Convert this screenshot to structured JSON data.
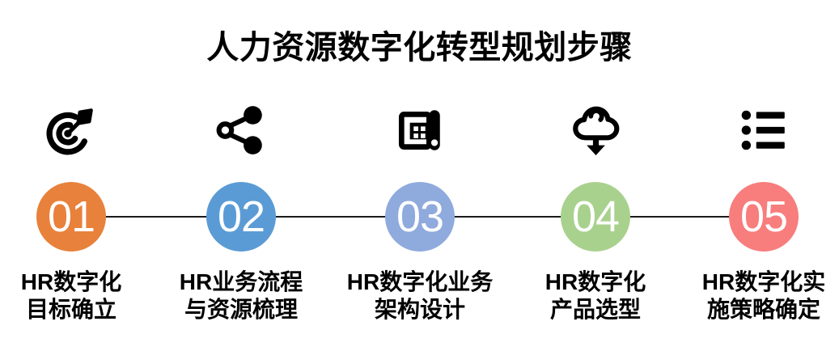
{
  "title": "人力资源数字化转型规划步骤",
  "colors": {
    "background": "#FFFFFF",
    "icon": "#000000",
    "connector_line": "#1A1A1A",
    "number_text": "#FFFFFF",
    "label_text": "#000000"
  },
  "steps": [
    {
      "number": "01",
      "color": "#E8813B",
      "icon": "target-dart-icon",
      "label_line1": "HR数字化",
      "label_line2": "目标确立"
    },
    {
      "number": "02",
      "color": "#5B9BD5",
      "icon": "share-network-icon",
      "label_line1": "HR业务流程",
      "label_line2": "与资源梳理"
    },
    {
      "number": "03",
      "color": "#8FAADC",
      "icon": "blueprint-icon",
      "label_line1": "HR数字化业务",
      "label_line2": "架构设计"
    },
    {
      "number": "04",
      "color": "#A9D18E",
      "icon": "cloud-download-icon",
      "label_line1": "HR数字化",
      "label_line2": "产品选型"
    },
    {
      "number": "05",
      "color": "#F87D7D",
      "icon": "checklist-icon",
      "label_line1": "HR数字化实",
      "label_line2": "施策略确定"
    }
  ]
}
